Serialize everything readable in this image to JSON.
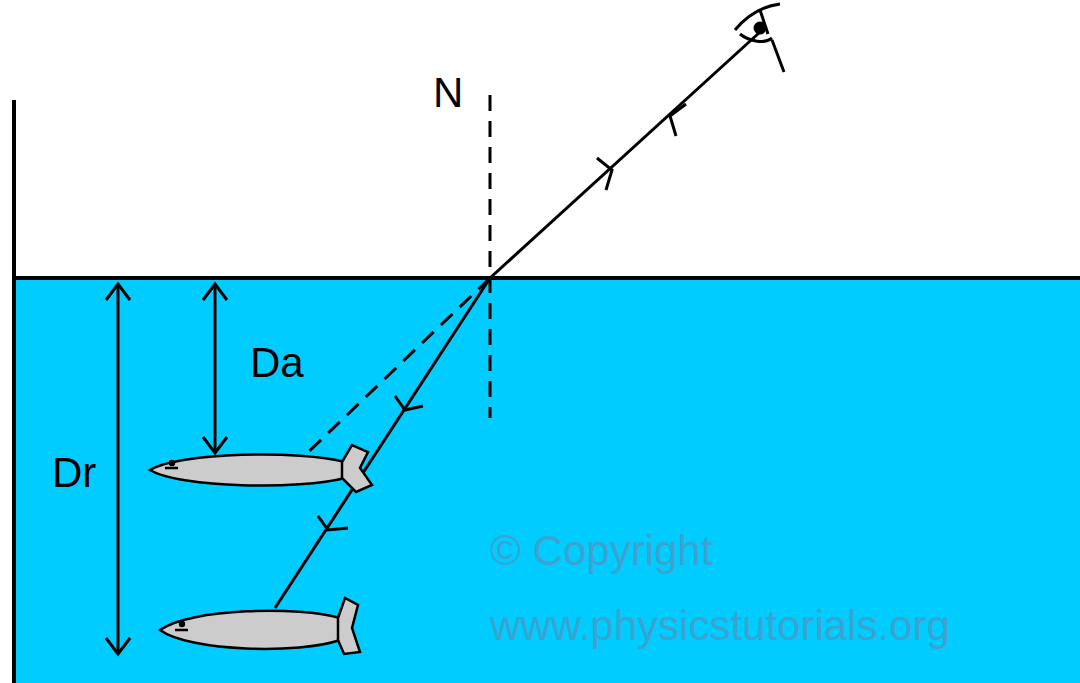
{
  "diagram": {
    "labels": [
      "N",
      "Da",
      "Dr",
      "© Copyright",
      "www.physicstutorials.org"
    ]
  }
}
